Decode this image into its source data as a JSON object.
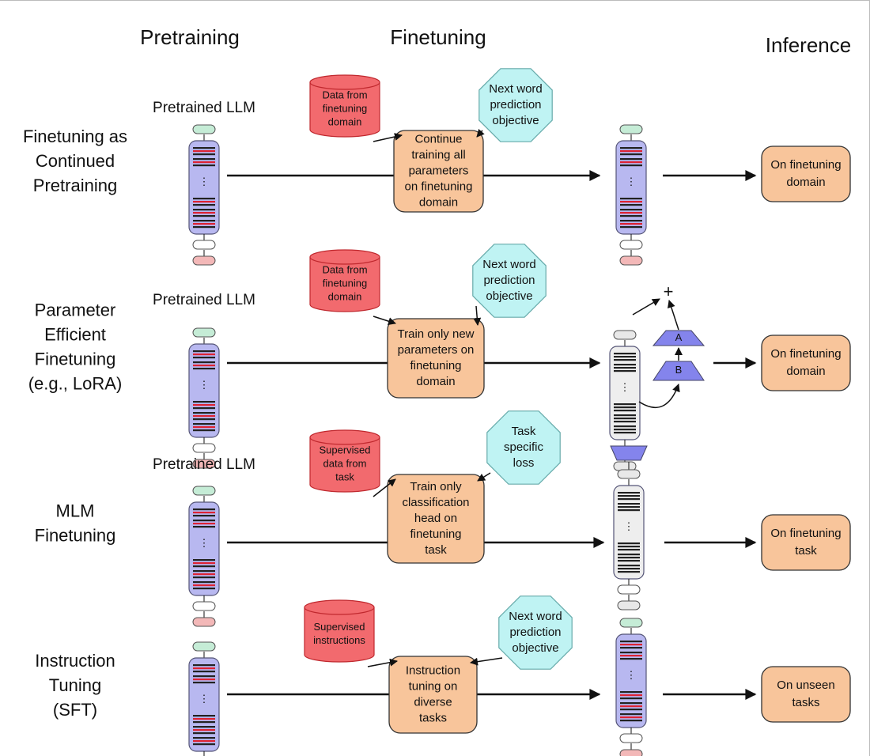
{
  "headers": {
    "pretraining": "Pretraining",
    "finetuning": "Finetuning",
    "inference": "Inference"
  },
  "colors": {
    "data_cylinder": "#f26a6e",
    "objective_octagon": "#bff3f3",
    "process_box": "#f8c59b",
    "model_body": "#b8b8f0",
    "model_plain": "#eeeeee",
    "adapter": "#8484ec"
  },
  "rows": [
    {
      "label": [
        "Finetuning as",
        "Continued",
        "Pretraining"
      ],
      "pretrained_label": "Pretrained LLM",
      "data": [
        "Data from",
        "finetuning",
        "domain"
      ],
      "objective": [
        "Next word",
        "prediction",
        "objective"
      ],
      "process": [
        "Continue",
        "training all",
        "parameters",
        "on finetuning",
        "domain"
      ],
      "inference": [
        "On finetuning",
        "domain"
      ]
    },
    {
      "label": [
        "Parameter",
        "Efficient",
        "Finetuning",
        "(e.g., LoRA)"
      ],
      "pretrained_label": "Pretrained LLM",
      "data": [
        "Data from",
        "finetuning",
        "domain"
      ],
      "objective": [
        "Next word",
        "prediction",
        "objective"
      ],
      "process": [
        "Train only new",
        "parameters on",
        "finetuning",
        "domain"
      ],
      "inference": [
        "On finetuning",
        "domain"
      ],
      "adapter": {
        "a": "A",
        "b": "B",
        "plus": "+"
      }
    },
    {
      "label": [
        "MLM",
        "Finetuning"
      ],
      "pretrained_label": "Pretrained LLM",
      "data": [
        "Supervised",
        "data from",
        "task"
      ],
      "objective": [
        "Task",
        "specific",
        "loss"
      ],
      "process": [
        "Train only",
        "classification",
        "head on",
        "finetuning",
        "task"
      ],
      "inference": [
        "On finetuning",
        "task"
      ]
    },
    {
      "label": [
        "Instruction",
        "Tuning",
        "(SFT)"
      ],
      "pretrained_label": "",
      "data": [
        "Supervised",
        "instructions"
      ],
      "objective": [
        "Next word",
        "prediction",
        "objective"
      ],
      "process": [
        "Instruction",
        "tuning on",
        "diverse",
        "tasks"
      ],
      "inference": [
        "On unseen",
        "tasks"
      ]
    }
  ]
}
